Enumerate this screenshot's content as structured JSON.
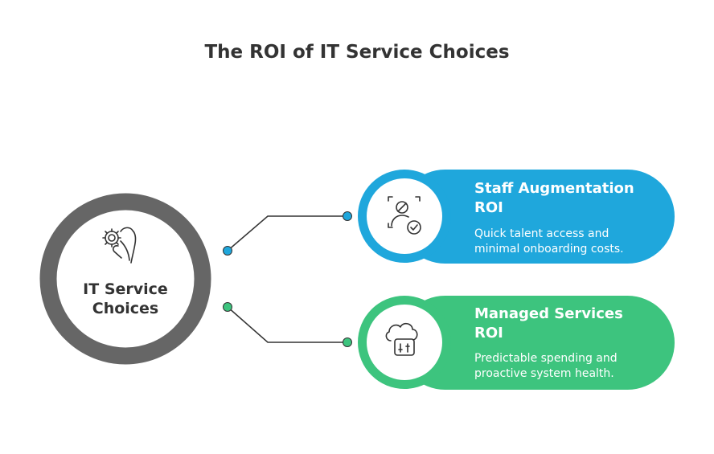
{
  "title": "The ROI of IT Service Choices",
  "hub": {
    "label_line1": "IT Service",
    "label_line2": "Choices",
    "icon": "hand-gear-icon",
    "ring_color": "#666666"
  },
  "cards": [
    {
      "title_line1": "Staff Augmentation",
      "title_line2": "ROI",
      "desc_line1": "Quick talent access and",
      "desc_line2": "minimal onboarding costs.",
      "icon": "user-check-icon",
      "color": "#1fa7dc"
    },
    {
      "title_line1": "Managed Services",
      "title_line2": "ROI",
      "desc_line1": "Predictable spending and",
      "desc_line2": "proactive system health.",
      "icon": "cloud-controls-icon",
      "color": "#3dc47e"
    }
  ]
}
